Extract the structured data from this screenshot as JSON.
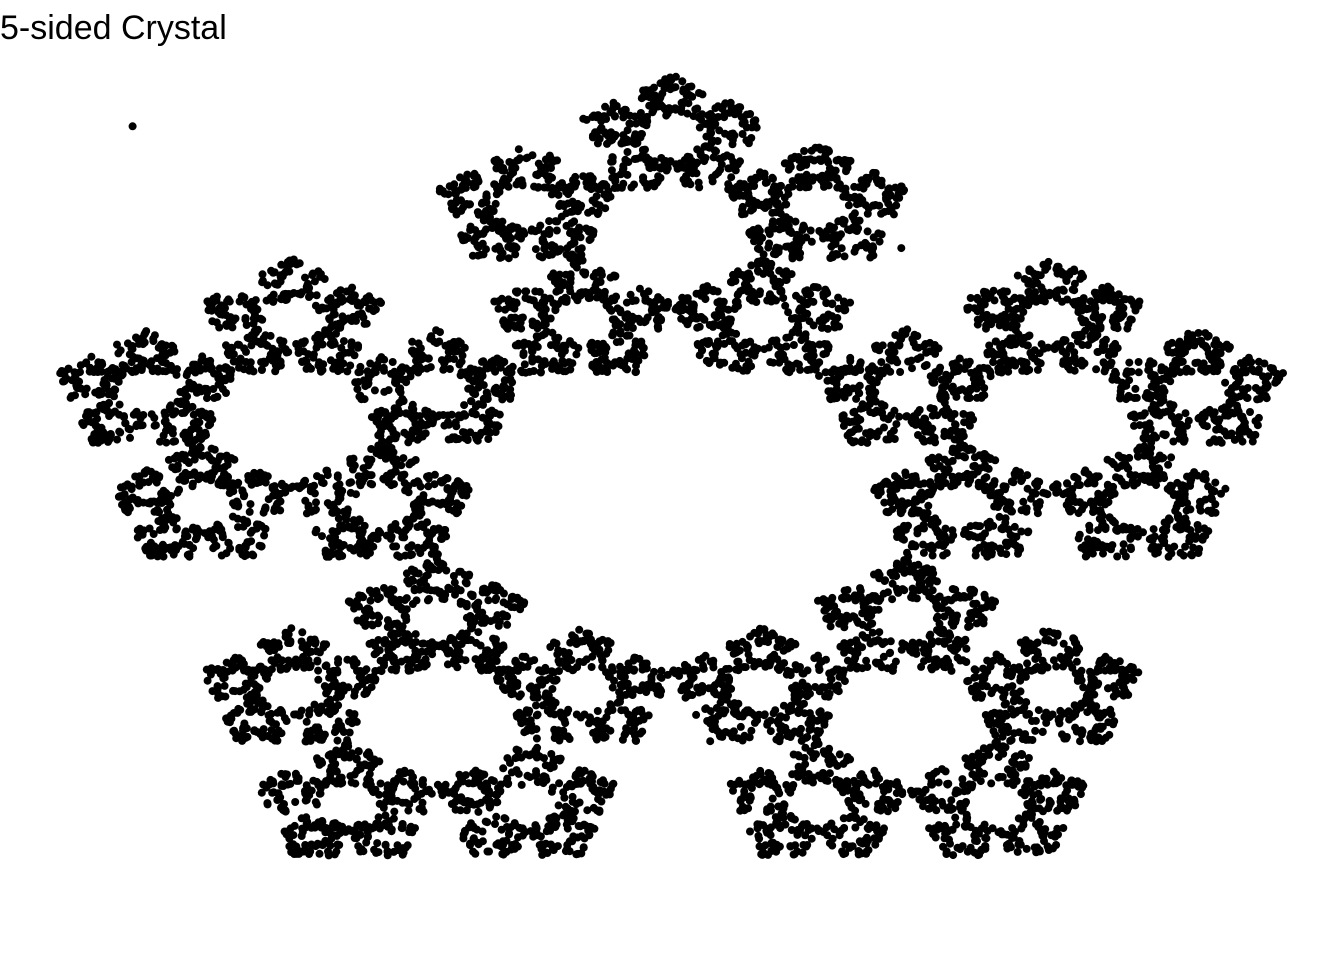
{
  "chart_data": {
    "type": "scatter",
    "title": "5-sided Crystal",
    "xlabel": "",
    "ylabel": "",
    "axes_visible": false,
    "grid": false,
    "legend": "none",
    "point_color": "#000000",
    "generator": {
      "method": "chaos-game",
      "polygon_sides": 5,
      "contraction_ratio": 0.382,
      "iterations": 9000
    },
    "outlier_points": [
      {
        "x": -0.835,
        "y": 0.879
      },
      {
        "x": 0.355,
        "y": 0.597
      },
      {
        "x": -0.245,
        "y": -0.42
      }
    ]
  },
  "colors": {
    "background": "#ffffff",
    "points": "#000000"
  }
}
